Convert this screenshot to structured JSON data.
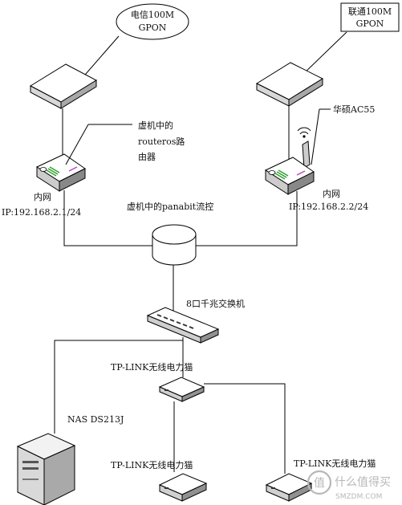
{
  "isp_telecom": {
    "line1": "电信100M",
    "line2": "GPON"
  },
  "isp_unicom": {
    "line1": "联通100M",
    "line2": "GPON"
  },
  "vm_router": {
    "line1": "虚机中的",
    "line2": "routeros路",
    "line3": "由器"
  },
  "asus_router": {
    "name": "华硕AC55"
  },
  "left_lan": {
    "label": "内网",
    "ip": "IP:192.168.2.1/24"
  },
  "right_lan": {
    "label": "内网",
    "ip": "IP:192.168.2.2/24"
  },
  "panabit": {
    "label": "虚机中的panabit流控"
  },
  "switch": {
    "label": "8口千兆交换机"
  },
  "plc_top": {
    "label": "TP-LINK无线电力猫"
  },
  "plc_bottom_left": {
    "label": "TP-LINK无线电力猫"
  },
  "plc_bottom_right": {
    "label": "TP-LINK无线电力猫"
  },
  "nas": {
    "label": "NAS DS213J"
  },
  "watermark": {
    "name": "什么值得买",
    "domain": "SMZDM.COM"
  }
}
